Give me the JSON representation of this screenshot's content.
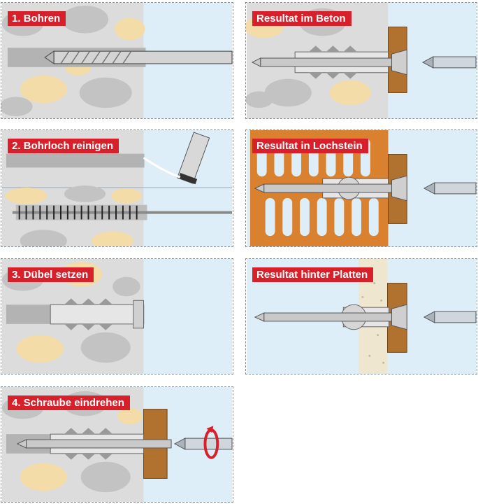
{
  "steps": [
    {
      "id": "step-1",
      "label": "1. Bohren"
    },
    {
      "id": "step-2",
      "label": "2. Bohrloch reinigen"
    },
    {
      "id": "step-3",
      "label": "3. Dübel setzen"
    },
    {
      "id": "step-4",
      "label": "4. Schraube eindrehen"
    }
  ],
  "results": [
    {
      "id": "result-beton",
      "label": "Resultat im Beton"
    },
    {
      "id": "result-lochstein",
      "label": "Resultat in Lochstein"
    },
    {
      "id": "result-platten",
      "label": "Resultat hinter Platten"
    }
  ],
  "colors": {
    "label_bg": "#d7202a",
    "label_text": "#ffffff",
    "concrete": "#dcdcdc",
    "stone_gray": "#c3c3c3",
    "stone_sand": "#f4dca8",
    "air": "#deeef8",
    "wood": "#b0722e",
    "brick": "#d9812f",
    "plaster": "#efe6cf"
  },
  "icons": [
    "drill-bit-icon",
    "blow-pump-icon",
    "cleaning-brush-icon",
    "wall-plug-icon",
    "screw-icon",
    "screwdriver-bit-icon",
    "rotation-arrow-icon"
  ]
}
